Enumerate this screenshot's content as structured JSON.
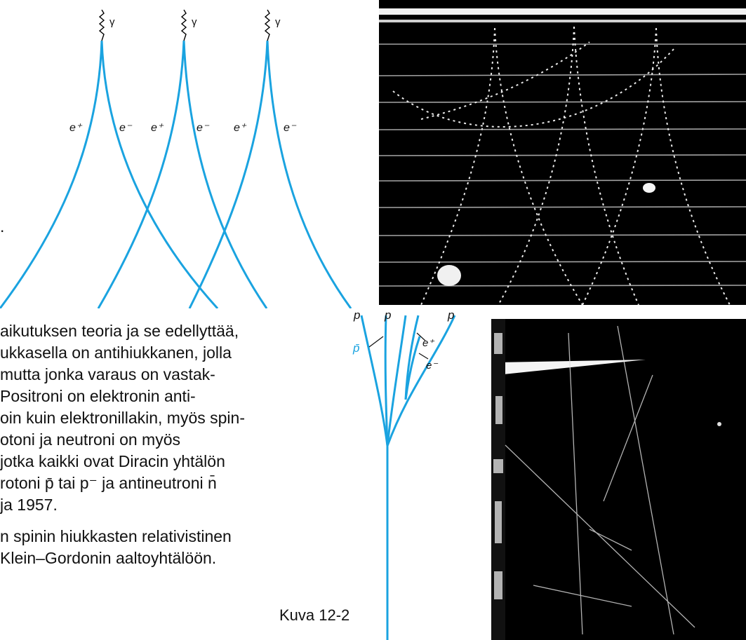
{
  "diagram_top": {
    "gamma_label": "γ",
    "positron_label": "e⁺",
    "electron_label": "e⁻"
  },
  "diagram_bottom": {
    "proton_label": "p",
    "antiproton_label": "p̄",
    "positron_label": "e⁺",
    "electron_label": "e⁻"
  },
  "stray_mark": ".",
  "body_text": {
    "lines": [
      "aikutuksen teoria ja se edellyttää,",
      "ukkasella on antihiukkanen, jolla",
      " mutta jonka varaus on vastak-",
      "Positroni on elektronin anti-",
      "oin kuin elektronillakin, myös spin-",
      "otoni ja neutroni on myös",
      " jotka kaikki ovat Diracin yhtälön",
      "rotoni p̄ tai p⁻ ja antineutroni n̄",
      " ja 1957.",
      "n spinin hiukkasten relativistinen",
      "Klein–Gordonin aaltoyhtälöön."
    ]
  },
  "caption": "Kuva 12-2",
  "colors": {
    "track_blue": "#1aa3e0",
    "photo_background": "#000000",
    "photo_track": "#e6e6e6"
  }
}
